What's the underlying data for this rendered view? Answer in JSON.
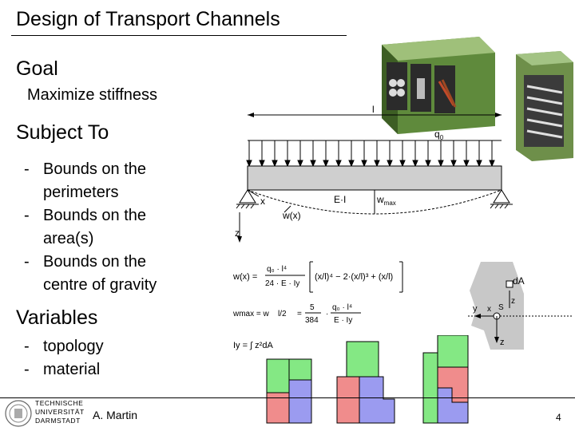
{
  "slide": {
    "title": "Design of Transport Channels",
    "goal_heading": "Goal",
    "goal_item": "Maximize stiffness",
    "subject_heading": "Subject To",
    "subject_items": [
      {
        "line1": "Bounds on the",
        "line2": "perimeters"
      },
      {
        "line1": "Bounds on the",
        "line2": "area(s)"
      },
      {
        "line1": "Bounds on the",
        "line2": "centre of gravity"
      }
    ],
    "variables_heading": "Variables",
    "variable_items": [
      "topology",
      "material"
    ],
    "author": "A. Martin",
    "page_number": "4",
    "logo_lines": [
      "TECHNISCHE",
      "UNIVERSITÄT",
      "DARMSTADT"
    ]
  },
  "beam": {
    "length_label": "l",
    "load_label": "q",
    "load_sub": "0",
    "x_label": "x",
    "z_label": "z",
    "ei_label": "E·I",
    "wx_label": "w(x)",
    "wmax_label": "w",
    "wmax_sub": "max"
  },
  "formulas": {
    "w_lhs": "w(x) =",
    "w_frac_num": "q₀ · l⁴",
    "w_frac_den": "24 · E · Iy",
    "w_bracket": "(x/l)⁴ − 2·(x/l)³ + (x/l)",
    "wmax_lhs": "wmax = w",
    "wmax_arg": "l/2",
    "wmax_eq": "=",
    "wmax_n1": "5",
    "wmax_d1": "384",
    "wmax_n2": "q₀ · l⁴",
    "wmax_d2": "E · Iy",
    "iy": "Iy = ∫ z²dA"
  },
  "section": {
    "da_label": "dA",
    "y_label": "y",
    "x_label": "x",
    "s_label": "S",
    "z_label": "z",
    "z2_label": "z"
  },
  "colors": {
    "green": "#84e884",
    "red": "#f08c8c",
    "blue": "#9b9bf0",
    "beam": "#cfcfcf",
    "section": "#c8c8c8"
  }
}
